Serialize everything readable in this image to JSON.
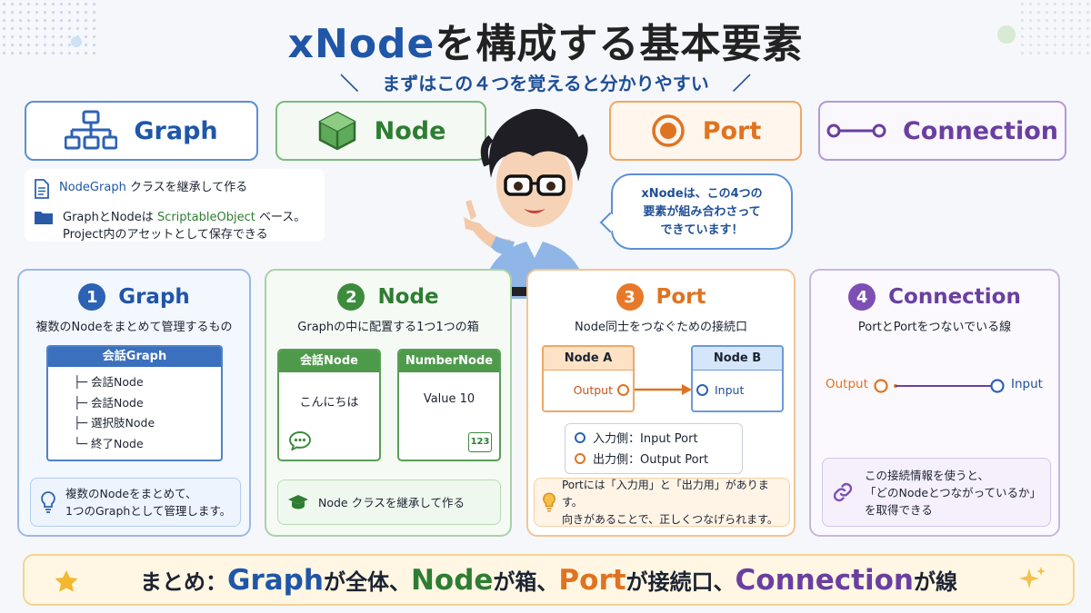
{
  "header": {
    "title_brand": "xNode",
    "title_rest": "を構成する基本要素",
    "subtitle": "まずはこの４つを覚えると分かりやすい",
    "slash_left": "＼",
    "slash_right": "／"
  },
  "chips": {
    "graph": "Graph",
    "node": "Node",
    "port": "Port",
    "connection": "Connection"
  },
  "info": {
    "line1_code": "NodeGraph",
    "line1_rest": " クラスを継承して作る",
    "line2_a": "GraphとNodeは ",
    "line2_code": "ScriptableObject",
    "line2_b": " ベース。",
    "line3": "Project内のアセットとして保存できる"
  },
  "bubble": {
    "lines": [
      "xNodeは、この4つの",
      "要素が組み合わさって",
      "できています！"
    ]
  },
  "cards": {
    "graph": {
      "num": "1",
      "title": "Graph",
      "desc": "複数のNodeをまとめて管理するもの",
      "box_title": "会話Graph",
      "tree": [
        "├─  会話Node",
        "├─  会話Node",
        "├─  選択肢Node",
        "└─  終了Node"
      ],
      "tip": [
        "複数のNodeをまとめて、",
        "1つのGraphとして管理します。"
      ]
    },
    "node": {
      "num": "2",
      "title": "Node",
      "desc": "Graphの中に配置する1つ1つの箱",
      "n1_title": "会話Node",
      "n1_body": "こんにちは",
      "n2_title": "NumberNode",
      "n2_body": "Value 10",
      "n2_badge": "123",
      "tip": "Node クラスを継承して作る"
    },
    "port": {
      "num": "3",
      "title": "Port",
      "desc": "Node同士をつなぐための接続口",
      "a_title": "Node A",
      "a_port": "Output",
      "b_title": "Node B",
      "b_port": "Input",
      "legend_in": "入力側：Input Port",
      "legend_out": "出力側：Output Port",
      "tip": [
        "Portには「入力用」と「出力用」があります。",
        "向きがあることで、正しくつなげられます。"
      ]
    },
    "connection": {
      "num": "4",
      "title": "Connection",
      "desc": "PortとPortをつないでいる線",
      "out": "Output",
      "in": "Input",
      "tip": [
        "この接続情報を使うと、",
        "「どのNodeとつながっているか」",
        "を取得できる"
      ]
    }
  },
  "summary": {
    "prefix": "まとめ：",
    "graph": "Graph",
    "t1": "が全体、",
    "node": "Node",
    "t2": "が箱、",
    "port": "Port",
    "t3": "が接続口、",
    "connection": "Connection",
    "t4": "が線"
  },
  "colors": {
    "graph": "#1f56a8",
    "node": "#2e7d32",
    "port": "#e07320",
    "connection": "#6a3fa0"
  }
}
